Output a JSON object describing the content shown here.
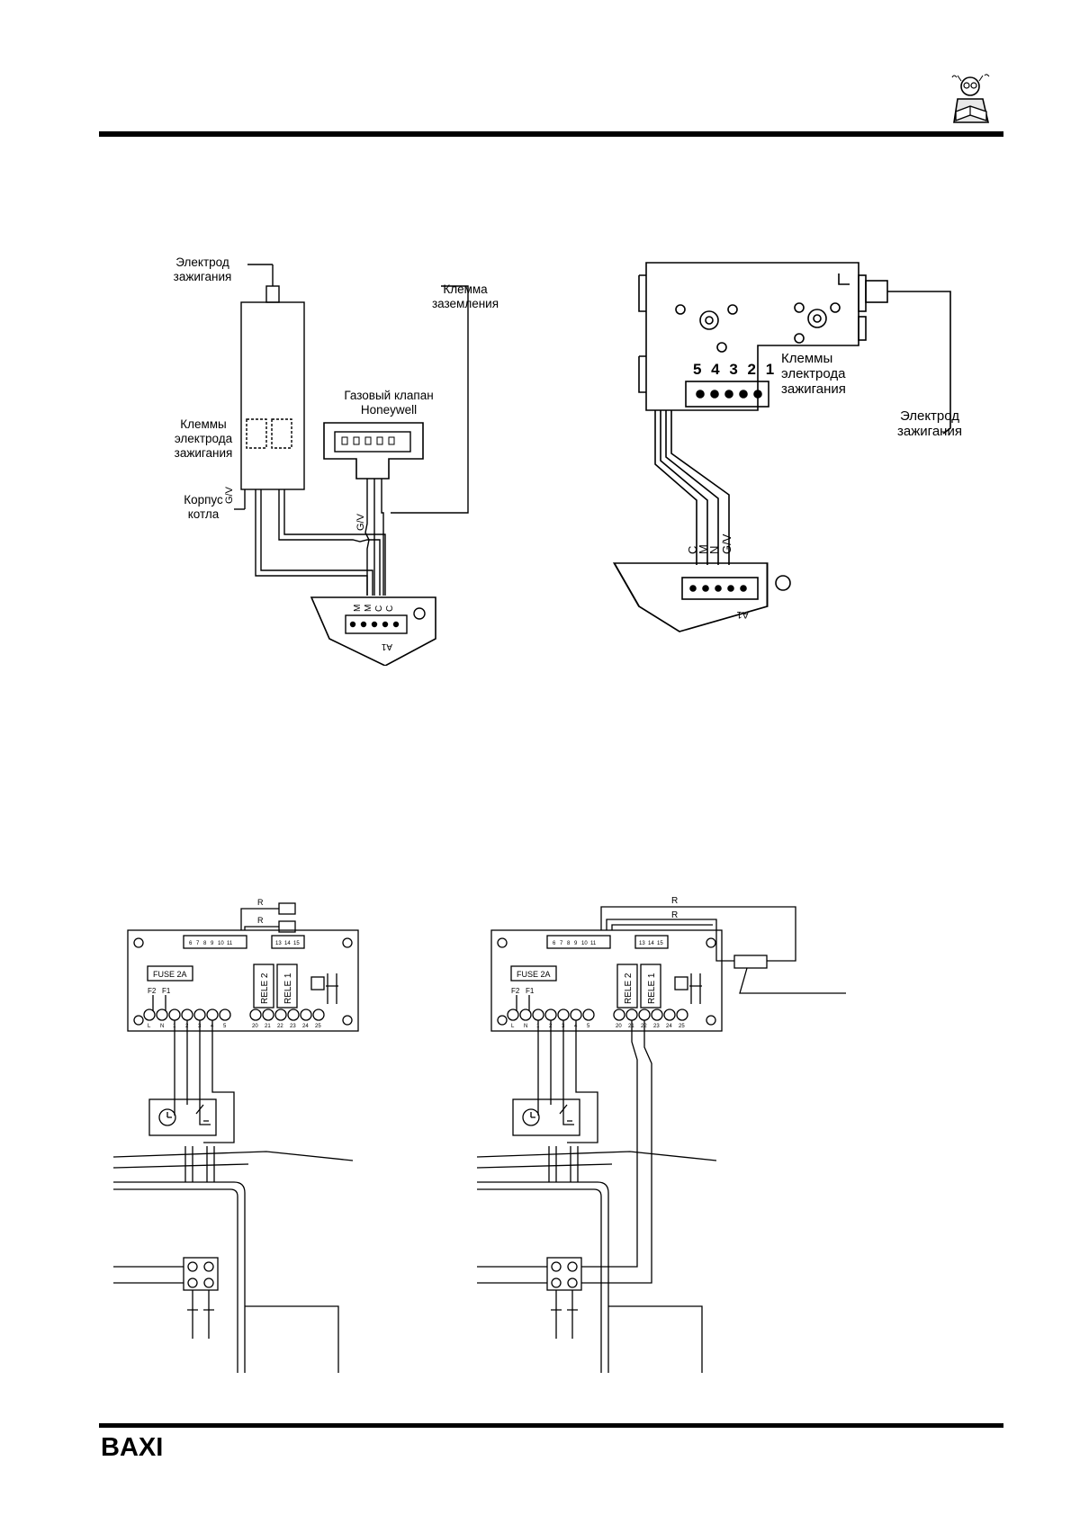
{
  "diagram_left": {
    "electrode_label": "Электрод\nзажигания",
    "electrode_terminals_label": "Клеммы\nэлектрода\nзажигания",
    "boiler_body_label": "Корпус\nкотла",
    "gas_valve_label": "Газовый клапан\nHoneywell",
    "ground_terminal_label": "Клемма\nзаземления",
    "gv_mark": "G/V",
    "connector_name": "A1",
    "wire_marks": [
      "M",
      "M",
      "C",
      "C"
    ]
  },
  "diagram_right": {
    "pin_numbers": "5 4 3 2 1",
    "electrode_terminals_label": "Клеммы\nэлектрода\nзажигания",
    "electrode_label": "Электрод\nзажигания",
    "wire_marks": [
      "C",
      "M",
      "N",
      "G/V"
    ],
    "connector_name": "A1"
  },
  "boards": {
    "fuse_label": "FUSE 2A",
    "relay_labels": [
      "RELE 2",
      "RELE 1"
    ],
    "fuse_marks": [
      "F2",
      "F1"
    ],
    "resistor_mark": "R",
    "top_terminal_numbers": [
      "6",
      "7",
      "8",
      "9",
      "10",
      "11",
      "13",
      "14",
      "15"
    ],
    "bottom_terminal_numbers": [
      "L",
      "N",
      "1",
      "2",
      "3",
      "4",
      "5",
      "20",
      "21",
      "22",
      "23",
      "24",
      "25"
    ]
  },
  "footer": {
    "brand": "BAXI"
  },
  "icons": [
    "reading-man-icon"
  ]
}
